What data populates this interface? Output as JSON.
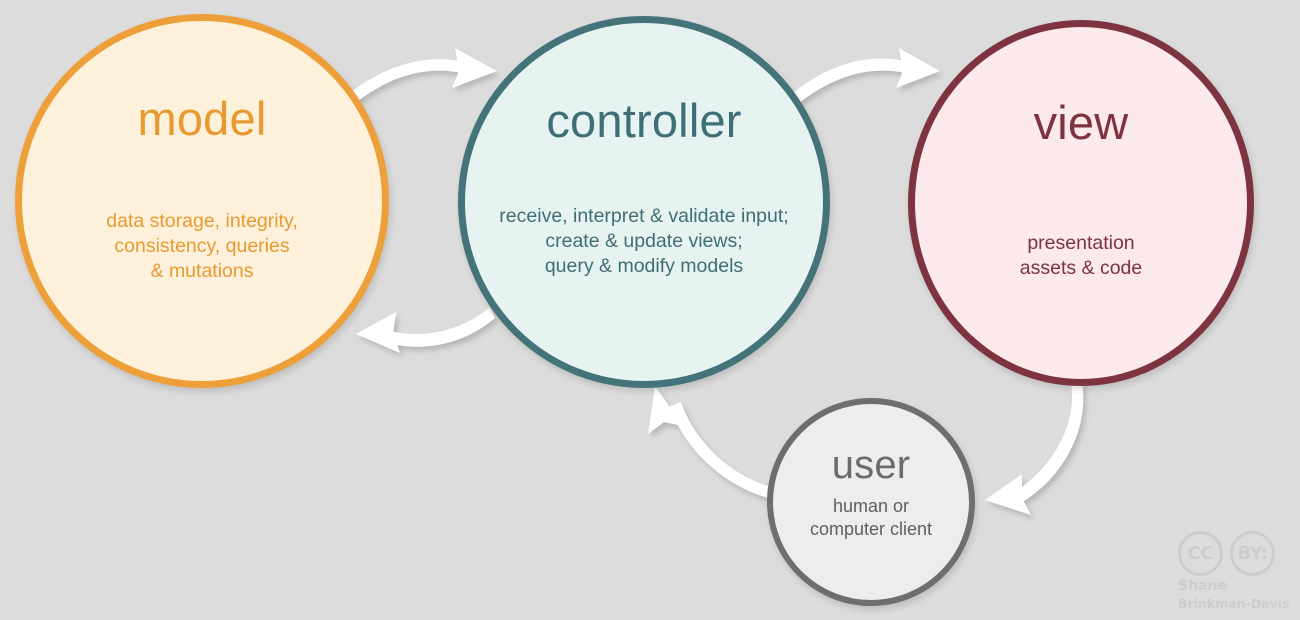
{
  "diagram": {
    "title": "Model View Controller architecture diagram",
    "background_color": "#dcdcdc",
    "arrow_color": "#ffffff"
  },
  "nodes": {
    "model": {
      "title": "model",
      "desc_lines": [
        "data storage, integrity,",
        "consistency, queries",
        "& mutations"
      ],
      "border_color": "#eda039",
      "fill_color": "#fdf1db",
      "text_color": "#e89a30"
    },
    "controller": {
      "title": "controller",
      "desc_lines": [
        "receive, interpret & validate input;",
        "create & update views;",
        "query & modify models"
      ],
      "border_color": "#44737a",
      "fill_color": "#e6f3f1",
      "text_color": "#3f6f76"
    },
    "view": {
      "title": "view",
      "desc_lines": [
        "presentation",
        "assets & code"
      ],
      "border_color": "#7d3340",
      "fill_color": "#fce9ec",
      "text_color": "#7d3340"
    },
    "user": {
      "title": "user",
      "desc_lines": [
        "human or",
        "computer client"
      ],
      "border_color": "#6e6e6e",
      "fill_color": "#ededed",
      "text_color": "#5e5e5e"
    }
  },
  "arrows": [
    {
      "name": "model-to-controller",
      "from": "model",
      "to": "controller"
    },
    {
      "name": "controller-to-model",
      "from": "controller",
      "to": "model"
    },
    {
      "name": "controller-to-view",
      "from": "controller",
      "to": "view"
    },
    {
      "name": "view-to-user",
      "from": "view",
      "to": "user"
    },
    {
      "name": "user-to-controller",
      "from": "user",
      "to": "controller"
    }
  ],
  "attribution": {
    "cc_mark": "CC",
    "by_mark": "BY:",
    "author_line1": "Shane",
    "author_line2": "Brinkman-Davis"
  }
}
